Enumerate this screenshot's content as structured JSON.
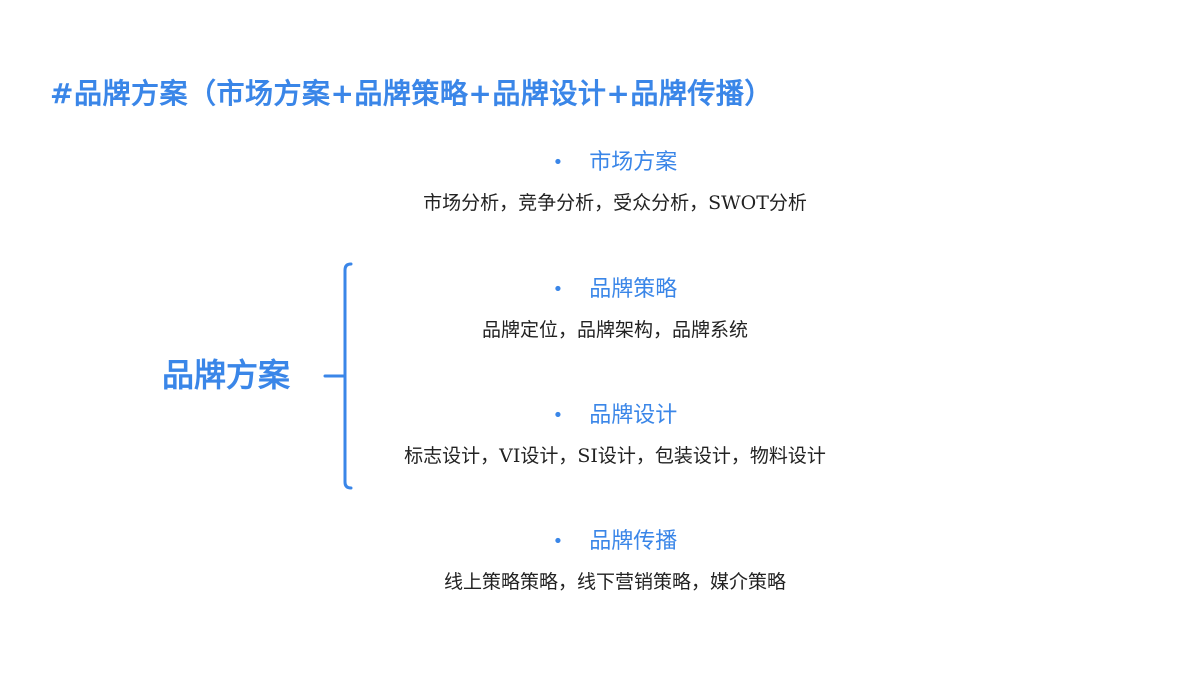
{
  "title": "#品牌方案（市场方案+品牌策略+品牌设计+品牌传播）",
  "root_label": "品牌方案",
  "bullet": "•",
  "accent_color": "#3a86e8",
  "sections": [
    {
      "heading": "市场方案",
      "description": "市场分析，竞争分析，受众分析，SWOT分析"
    },
    {
      "heading": "品牌策略",
      "description": "品牌定位，品牌架构，品牌系统"
    },
    {
      "heading": "品牌设计",
      "description": "标志设计，VI设计，SI设计，包装设计，物料设计"
    },
    {
      "heading": "品牌传播",
      "description": "线上策略策略，线下营销策略，媒介策略"
    }
  ]
}
